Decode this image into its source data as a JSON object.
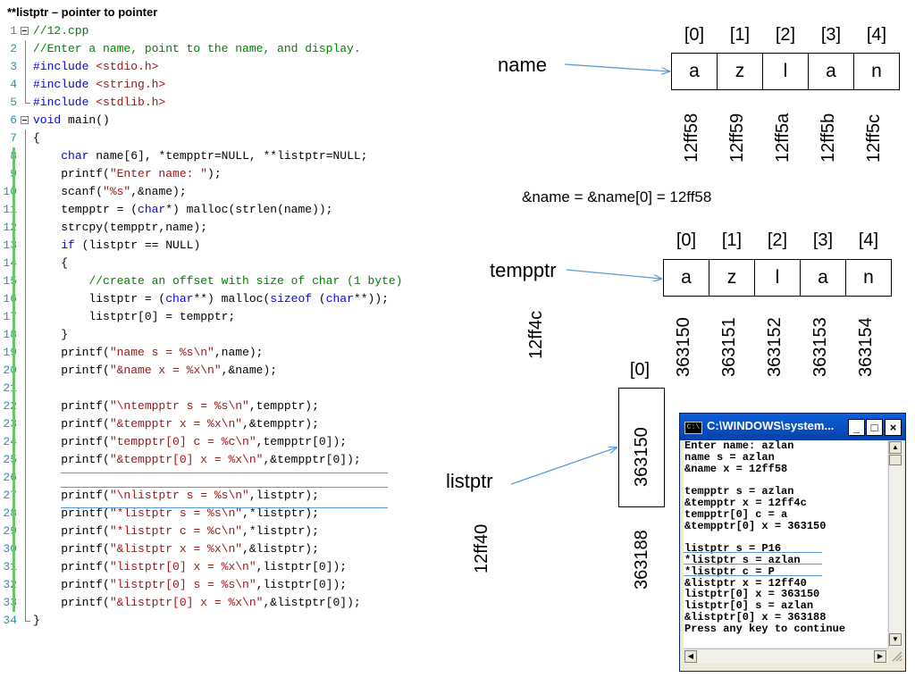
{
  "title": "**listptr – pointer to pointer",
  "code_lines": [
    {
      "n": "1",
      "t": [
        {
          "c": "cm",
          "s": "//12.cpp"
        }
      ]
    },
    {
      "n": "2",
      "t": [
        {
          "c": "cm",
          "s": "//Enter a name, point to the name, and display."
        }
      ]
    },
    {
      "n": "3",
      "t": [
        {
          "c": "pp",
          "s": "#include "
        },
        {
          "c": "st",
          "s": "<stdio.h>"
        }
      ]
    },
    {
      "n": "4",
      "t": [
        {
          "c": "pp",
          "s": "#include "
        },
        {
          "c": "st",
          "s": "<string.h>"
        }
      ]
    },
    {
      "n": "5",
      "t": [
        {
          "c": "pp",
          "s": "#include "
        },
        {
          "c": "st",
          "s": "<stdlib.h>"
        }
      ]
    },
    {
      "n": "6",
      "t": [
        {
          "c": "kw",
          "s": "void"
        },
        {
          "c": "tx",
          "s": " main()"
        }
      ]
    },
    {
      "n": "7",
      "t": [
        {
          "c": "tx",
          "s": "{"
        }
      ]
    },
    {
      "n": "8",
      "t": [
        {
          "c": "tx",
          "s": "    "
        },
        {
          "c": "kw",
          "s": "char"
        },
        {
          "c": "tx",
          "s": " name[6], *tempptr=NULL, **listptr=NULL;"
        }
      ]
    },
    {
      "n": "9",
      "t": [
        {
          "c": "tx",
          "s": "    printf("
        },
        {
          "c": "st",
          "s": "\"Enter name: \""
        },
        {
          "c": "tx",
          "s": ");"
        }
      ]
    },
    {
      "n": "10",
      "t": [
        {
          "c": "tx",
          "s": "    scanf("
        },
        {
          "c": "st",
          "s": "\"%s\""
        },
        {
          "c": "tx",
          "s": ",&name);"
        }
      ]
    },
    {
      "n": "11",
      "t": [
        {
          "c": "tx",
          "s": "    tempptr = ("
        },
        {
          "c": "kw",
          "s": "char"
        },
        {
          "c": "tx",
          "s": "*) malloc(strlen(name));"
        }
      ]
    },
    {
      "n": "12",
      "t": [
        {
          "c": "tx",
          "s": "    strcpy(tempptr,name);"
        }
      ]
    },
    {
      "n": "13",
      "t": [
        {
          "c": "tx",
          "s": "    "
        },
        {
          "c": "kw",
          "s": "if"
        },
        {
          "c": "tx",
          "s": " (listptr == NULL)"
        }
      ]
    },
    {
      "n": "14",
      "t": [
        {
          "c": "tx",
          "s": "    {"
        }
      ]
    },
    {
      "n": "15",
      "t": [
        {
          "c": "tx",
          "s": "        "
        },
        {
          "c": "cm",
          "s": "//create an offset with size of char (1 byte)"
        }
      ]
    },
    {
      "n": "16",
      "t": [
        {
          "c": "tx",
          "s": "        listptr = ("
        },
        {
          "c": "kw",
          "s": "char"
        },
        {
          "c": "tx",
          "s": "**) malloc("
        },
        {
          "c": "kw",
          "s": "sizeof"
        },
        {
          "c": "tx",
          "s": " ("
        },
        {
          "c": "kw",
          "s": "char"
        },
        {
          "c": "tx",
          "s": "**));"
        }
      ]
    },
    {
      "n": "17",
      "t": [
        {
          "c": "tx",
          "s": "        listptr[0] = tempptr;"
        }
      ]
    },
    {
      "n": "18",
      "t": [
        {
          "c": "tx",
          "s": "    }"
        }
      ]
    },
    {
      "n": "19",
      "t": [
        {
          "c": "tx",
          "s": "    printf("
        },
        {
          "c": "st",
          "s": "\"name s = %s\\n\""
        },
        {
          "c": "tx",
          "s": ",name);"
        }
      ]
    },
    {
      "n": "20",
      "t": [
        {
          "c": "tx",
          "s": "    printf("
        },
        {
          "c": "st",
          "s": "\"&name x = %x\\n\""
        },
        {
          "c": "tx",
          "s": ",&name);"
        }
      ]
    },
    {
      "n": "21",
      "t": []
    },
    {
      "n": "22",
      "t": [
        {
          "c": "tx",
          "s": "    printf("
        },
        {
          "c": "st",
          "s": "\"\\ntempptr s = %s\\n\""
        },
        {
          "c": "tx",
          "s": ",tempptr);"
        }
      ]
    },
    {
      "n": "23",
      "t": [
        {
          "c": "tx",
          "s": "    printf("
        },
        {
          "c": "st",
          "s": "\"&tempptr x = %x\\n\""
        },
        {
          "c": "tx",
          "s": ",&tempptr);"
        }
      ]
    },
    {
      "n": "24",
      "t": [
        {
          "c": "tx",
          "s": "    printf("
        },
        {
          "c": "st",
          "s": "\"tempptr[0] c = %c\\n\""
        },
        {
          "c": "tx",
          "s": ",tempptr[0]);"
        }
      ]
    },
    {
      "n": "25",
      "t": [
        {
          "c": "tx",
          "s": "    printf("
        },
        {
          "c": "st",
          "s": "\"&tempptr[0] x = %x\\n\""
        },
        {
          "c": "tx",
          "s": ",&tempptr[0]);"
        }
      ]
    },
    {
      "n": "26",
      "t": []
    },
    {
      "n": "27",
      "t": [
        {
          "c": "tx",
          "s": "    printf("
        },
        {
          "c": "st",
          "s": "\"\\nlistptr s = %s\\n\""
        },
        {
          "c": "tx",
          "s": ",listptr);"
        }
      ]
    },
    {
      "n": "28",
      "t": [
        {
          "c": "tx",
          "s": "    printf("
        },
        {
          "c": "st",
          "s": "\"*listptr s = %s\\n\""
        },
        {
          "c": "tx",
          "s": ",*listptr);"
        }
      ]
    },
    {
      "n": "29",
      "t": [
        {
          "c": "tx",
          "s": "    printf("
        },
        {
          "c": "st",
          "s": "\"*listptr c = %c\\n\""
        },
        {
          "c": "tx",
          "s": ",*listptr);"
        }
      ]
    },
    {
      "n": "30",
      "t": [
        {
          "c": "tx",
          "s": "    printf("
        },
        {
          "c": "st",
          "s": "\"&listptr x = %x\\n\""
        },
        {
          "c": "tx",
          "s": ",&listptr);"
        }
      ]
    },
    {
      "n": "31",
      "t": [
        {
          "c": "tx",
          "s": "    printf("
        },
        {
          "c": "st",
          "s": "\"listptr[0] x = %x\\n\""
        },
        {
          "c": "tx",
          "s": ",listptr[0]);"
        }
      ]
    },
    {
      "n": "32",
      "t": [
        {
          "c": "tx",
          "s": "    printf("
        },
        {
          "c": "st",
          "s": "\"listptr[0] s = %s\\n\""
        },
        {
          "c": "tx",
          "s": ",listptr[0]);"
        }
      ]
    },
    {
      "n": "33",
      "t": [
        {
          "c": "tx",
          "s": "    printf("
        },
        {
          "c": "st",
          "s": "\"&listptr[0] x = %x\\n\""
        },
        {
          "c": "tx",
          "s": ",&listptr[0]);"
        }
      ]
    },
    {
      "n": "34",
      "t": [
        {
          "c": "tx",
          "s": "}"
        }
      ]
    }
  ],
  "name_array": {
    "label": "name",
    "indices": [
      "[0]",
      "[1]",
      "[2]",
      "[3]",
      "[4]"
    ],
    "cells": [
      "a",
      "z",
      "l",
      "a",
      "n"
    ],
    "addresses": [
      "12ff58",
      "12ff59",
      "12ff5a",
      "12ff5b",
      "12ff5c"
    ]
  },
  "name_equation": "&name = &name[0] = 12ff58",
  "tempptr_array": {
    "label": "tempptr",
    "own_address": "12ff4c",
    "indices": [
      "[0]",
      "[1]",
      "[2]",
      "[3]",
      "[4]"
    ],
    "cells": [
      "a",
      "z",
      "l",
      "a",
      "n"
    ],
    "addresses": [
      "363150",
      "363151",
      "363152",
      "363153",
      "363154"
    ]
  },
  "listptr_array": {
    "label": "listptr",
    "own_address": "12ff40",
    "index": "[0]",
    "cell": "363150",
    "address": "363188"
  },
  "console": {
    "title": "C:\\WINDOWS\\system...",
    "buttons": {
      "minimize": "_",
      "maximize": "□",
      "close": "×"
    },
    "lines": [
      "Enter name: azlan",
      "name s = azlan",
      "&name x = 12ff58",
      "",
      "tempptr s = azlan",
      "&tempptr x = 12ff4c",
      "tempptr[0] c = a",
      "&tempptr[0] x = 363150",
      "",
      "listptr s = P16",
      "*listptr s = azlan",
      "*listptr c = P",
      "&listptr x = 12ff40",
      "listptr[0] x = 363150",
      "listptr[0] s = azlan",
      "&listptr[0] x = 363188",
      "Press any key to continue"
    ]
  },
  "colors": {
    "keyword": "#0000ff",
    "comment": "#008000",
    "string": "#a31515",
    "line_number": "#2b91af",
    "arrow": "#5b9bd5",
    "change_bar": "#6ec46e",
    "console_title": "#0a5fd8"
  }
}
